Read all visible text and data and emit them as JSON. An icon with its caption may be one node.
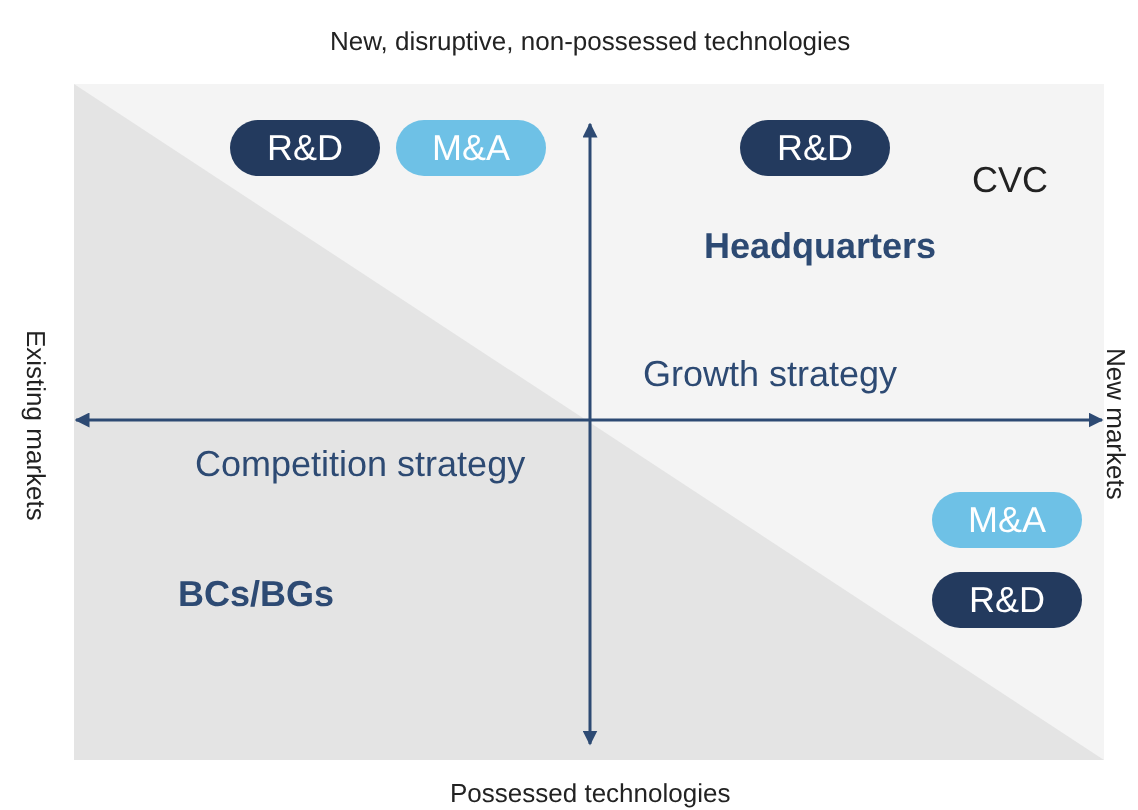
{
  "diagram": {
    "nodes": [
      {
        "text": [
          "R&D"
        ]
      },
      {
        "text": [
          "M&A"
        ]
      },
      {
        "text": [
          "R&D"
        ]
      },
      {
        "text": [
          "M&A"
        ]
      },
      {
        "text": [
          "R&D"
        ]
      }
    ],
    "labels": [
      "New, disruptive, non-possessed technologies",
      "CVC",
      "Headquarters",
      "Existing markets",
      "Growth strategy",
      "New markets",
      "Competition strategy",
      "BCs/BGs",
      "Possessed technologies"
    ]
  }
}
